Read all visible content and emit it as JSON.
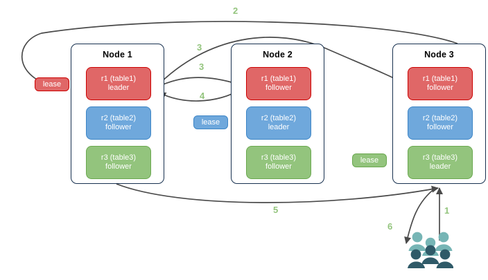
{
  "diagram": {
    "title": "CockroachDB lease and replica routing diagram",
    "colors": {
      "red_fill": "#e06767",
      "red_stroke": "#cc0000",
      "blue_fill": "#6fa8dc",
      "blue_stroke": "#3d85c6",
      "green_fill": "#93c47d",
      "green_stroke": "#6aa84f",
      "node_border": "#17304f",
      "edge": "#4a4a4a",
      "step_label": "#93c47d",
      "user_light": "#76b5b5",
      "user_dark": "#2f5a68"
    },
    "nodes": [
      {
        "name": "node-1",
        "title": "Node 1",
        "replicas": [
          {
            "name": "replica-r1-table1",
            "line1": "r1 (table1)",
            "line2": "leader",
            "color": "red"
          },
          {
            "name": "replica-r2-table2",
            "line1": "r2 (table2)",
            "line2": "follower",
            "color": "blue"
          },
          {
            "name": "replica-r3-table3",
            "line1": "r3 (table3)",
            "line2": "follower",
            "color": "green"
          }
        ]
      },
      {
        "name": "node-2",
        "title": "Node 2",
        "replicas": [
          {
            "name": "replica-r1-table1",
            "line1": "r1 (table1)",
            "line2": "follower",
            "color": "red"
          },
          {
            "name": "replica-r2-table2",
            "line1": "r2 (table2)",
            "line2": "leader",
            "color": "blue"
          },
          {
            "name": "replica-r3-table3",
            "line1": "r3 (table3)",
            "line2": "follower",
            "color": "green"
          }
        ]
      },
      {
        "name": "node-3",
        "title": "Node 3",
        "replicas": [
          {
            "name": "replica-r1-table1",
            "line1": "r1 (table1)",
            "line2": "follower",
            "color": "red"
          },
          {
            "name": "replica-r2-table2",
            "line1": "r2 (table2)",
            "line2": "follower",
            "color": "blue"
          },
          {
            "name": "replica-r3-table3",
            "line1": "r3 (table3)",
            "line2": "leader",
            "color": "green"
          }
        ]
      }
    ],
    "leases": [
      {
        "name": "lease-badge-table1",
        "label": "lease",
        "color": "red"
      },
      {
        "name": "lease-badge-table2",
        "label": "lease",
        "color": "blue"
      },
      {
        "name": "lease-badge-table3",
        "label": "lease",
        "color": "green"
      }
    ],
    "steps": [
      {
        "name": "step-label-1",
        "label": "1"
      },
      {
        "name": "step-label-2",
        "label": "2"
      },
      {
        "name": "step-label-3a",
        "label": "3"
      },
      {
        "name": "step-label-3b",
        "label": "3"
      },
      {
        "name": "step-label-4",
        "label": "4"
      },
      {
        "name": "step-label-5",
        "label": "5"
      },
      {
        "name": "step-label-6",
        "label": "6"
      }
    ],
    "users_icon": {
      "name": "users-group-icon",
      "label": "users"
    }
  }
}
